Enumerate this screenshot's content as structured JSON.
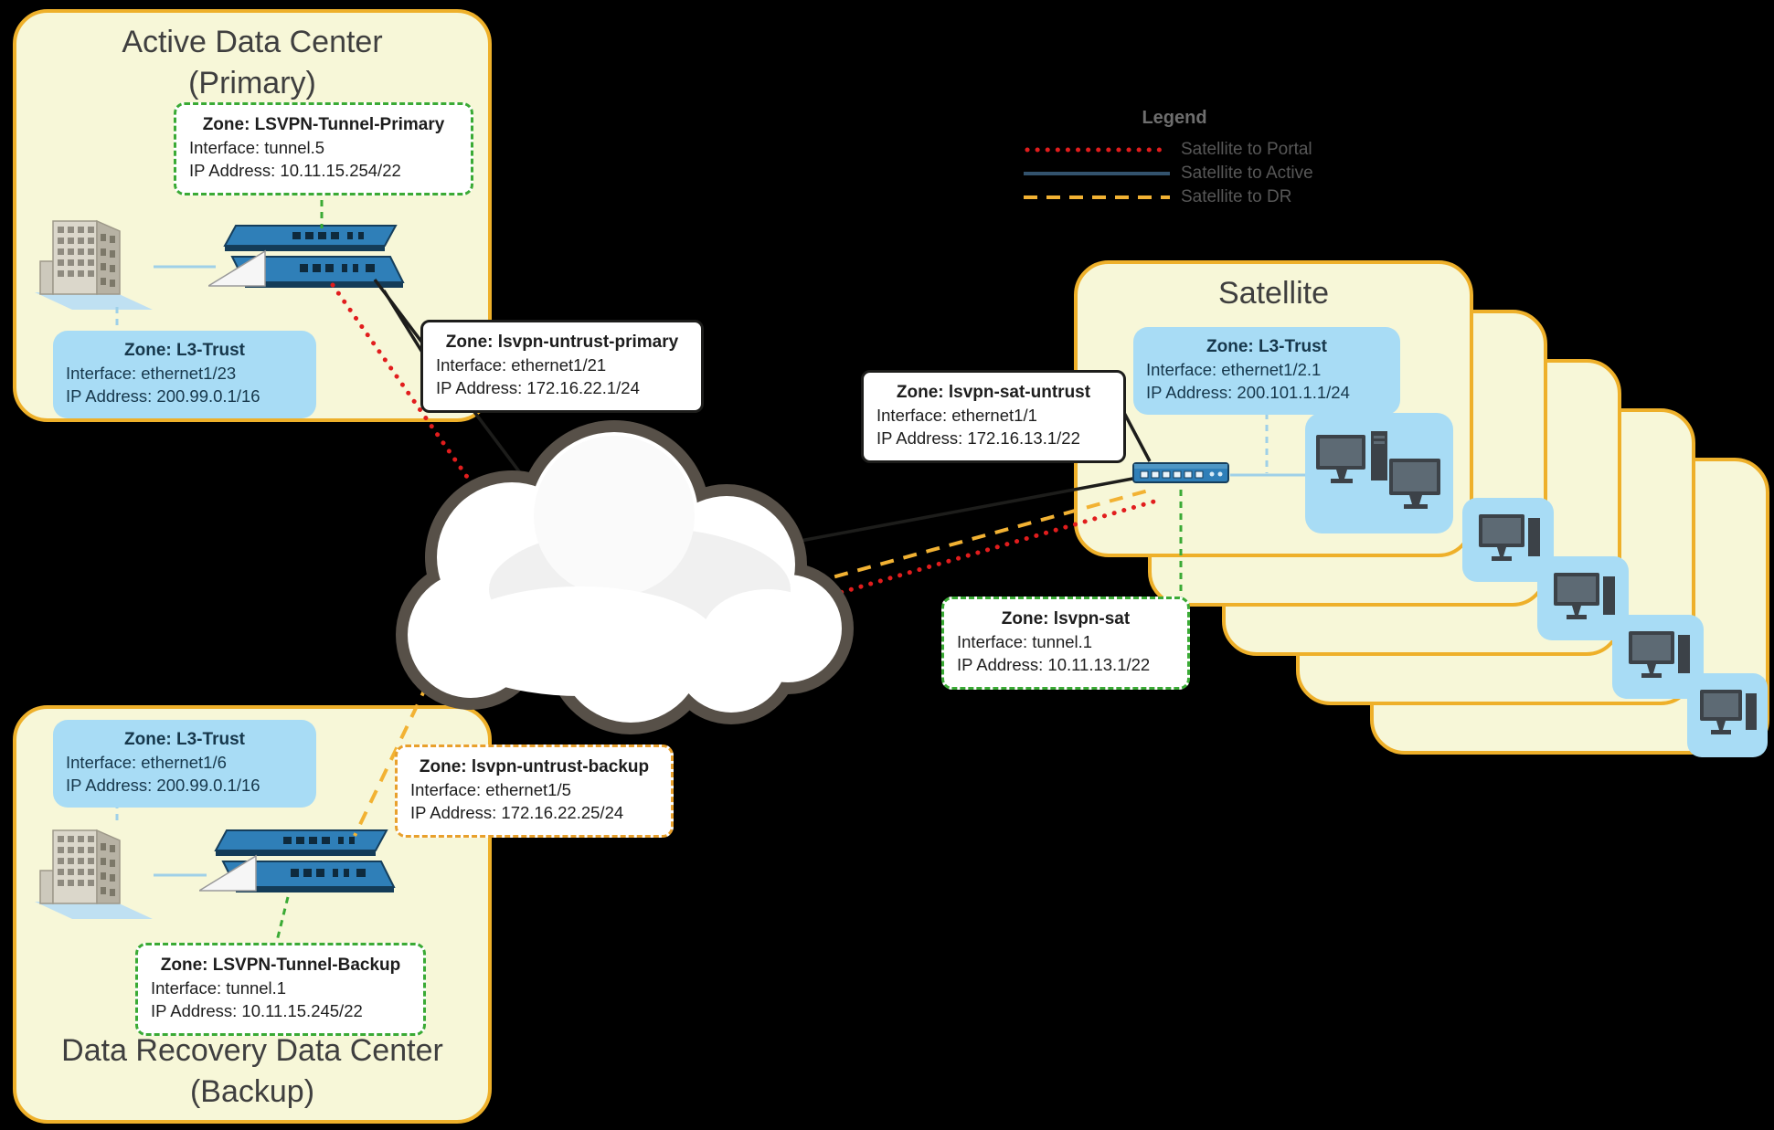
{
  "legend": {
    "title": "Legend",
    "items": [
      {
        "label": "Satellite to Portal",
        "style": "dotted"
      },
      {
        "label": "Satellite to Active",
        "style": "solid"
      },
      {
        "label": "Satellite to DR",
        "style": "dashed"
      }
    ]
  },
  "active_dc": {
    "title_line1": "Active Data Center",
    "title_line2": "(Primary)",
    "tunnel_zone": {
      "zone": "Zone: LSVPN-Tunnel-Primary",
      "interface": "Interface: tunnel.5",
      "ip": "IP Address: 10.11.15.254/22"
    },
    "trust_zone": {
      "zone": "Zone: L3-Trust",
      "interface": "Interface: ethernet1/23",
      "ip": "IP Address: 200.99.0.1/16"
    },
    "untrust_zone": {
      "zone": "Zone: lsvpn-untrust-primary",
      "interface": "Interface: ethernet1/21",
      "ip": "IP Address: 172.16.22.1/24"
    }
  },
  "dr_dc": {
    "title_line1": "Data Recovery Data Center",
    "title_line2": "(Backup)",
    "trust_zone": {
      "zone": "Zone: L3-Trust",
      "interface": "Interface: ethernet1/6",
      "ip": "IP Address: 200.99.0.1/16"
    },
    "untrust_zone": {
      "zone": "Zone: lsvpn-untrust-backup",
      "interface": "Interface: ethernet1/5",
      "ip": "IP Address: 172.16.22.25/24"
    },
    "tunnel_zone": {
      "zone": "Zone: LSVPN-Tunnel-Backup",
      "interface": "Interface: tunnel.1",
      "ip": "IP Address: 10.11.15.245/22"
    }
  },
  "satellite": {
    "title": "Satellite",
    "trust_zone": {
      "zone": "Zone: L3-Trust",
      "interface": "Interface: ethernet1/2.1",
      "ip": "IP Address: 200.101.1.1/24"
    },
    "untrust_zone": {
      "zone": "Zone: lsvpn-sat-untrust",
      "interface": "Interface: ethernet1/1",
      "ip": "IP Address: 172.16.13.1/22"
    },
    "tunnel_zone": {
      "zone": "Zone: lsvpn-sat",
      "interface": "Interface: tunnel.1",
      "ip": "IP Address: 10.11.13.1/22"
    }
  },
  "colors": {
    "line_portal": "#e11d1d",
    "line_active": "#33536e",
    "line_dr": "#f2b233",
    "region_fill": "#f7f7d8",
    "region_border": "#eeb02a",
    "trust_box_fill": "#a8dcf5",
    "green_zone_border": "#3aaa35",
    "yellow_zone_border": "#e8a02c",
    "connector_lightblue": "#9fd0e8"
  },
  "icons": {
    "building": "office-building-icon",
    "firewall": "firewall-appliance-icon",
    "switch": "satellite-firewall-icon",
    "computers": "workstations-icon",
    "cloud": "wan-cloud-icon"
  }
}
